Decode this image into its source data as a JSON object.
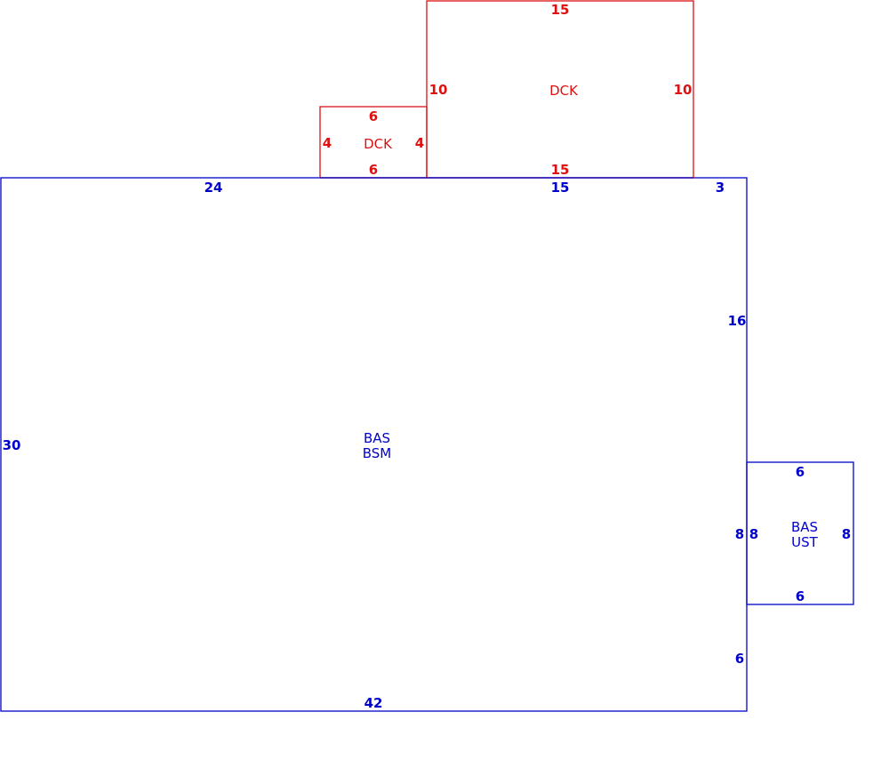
{
  "colors": {
    "base": "#0000cc",
    "deck": "#dd1111",
    "background": "#ffffff"
  },
  "areas": [
    {
      "id": "main",
      "code": "BAS",
      "sub": "BSM",
      "dims": {
        "top_left": "24",
        "top_mid": "15",
        "top_right": "3",
        "right_upper": "16",
        "left": "30",
        "right_lower": "6",
        "bottom": "42"
      }
    },
    {
      "id": "ext",
      "code": "BAS",
      "sub": "UST",
      "dims": {
        "top": "6",
        "left": "8",
        "left_inner": "8",
        "right": "8",
        "bottom": "6"
      }
    },
    {
      "id": "deck_large",
      "code": "DCK",
      "dims": {
        "top": "15",
        "left": "10",
        "right": "10",
        "bottom": "15"
      }
    },
    {
      "id": "deck_small",
      "code": "DCK",
      "dims": {
        "top": "6",
        "left": "4",
        "right": "4",
        "bottom": "6"
      }
    }
  ]
}
